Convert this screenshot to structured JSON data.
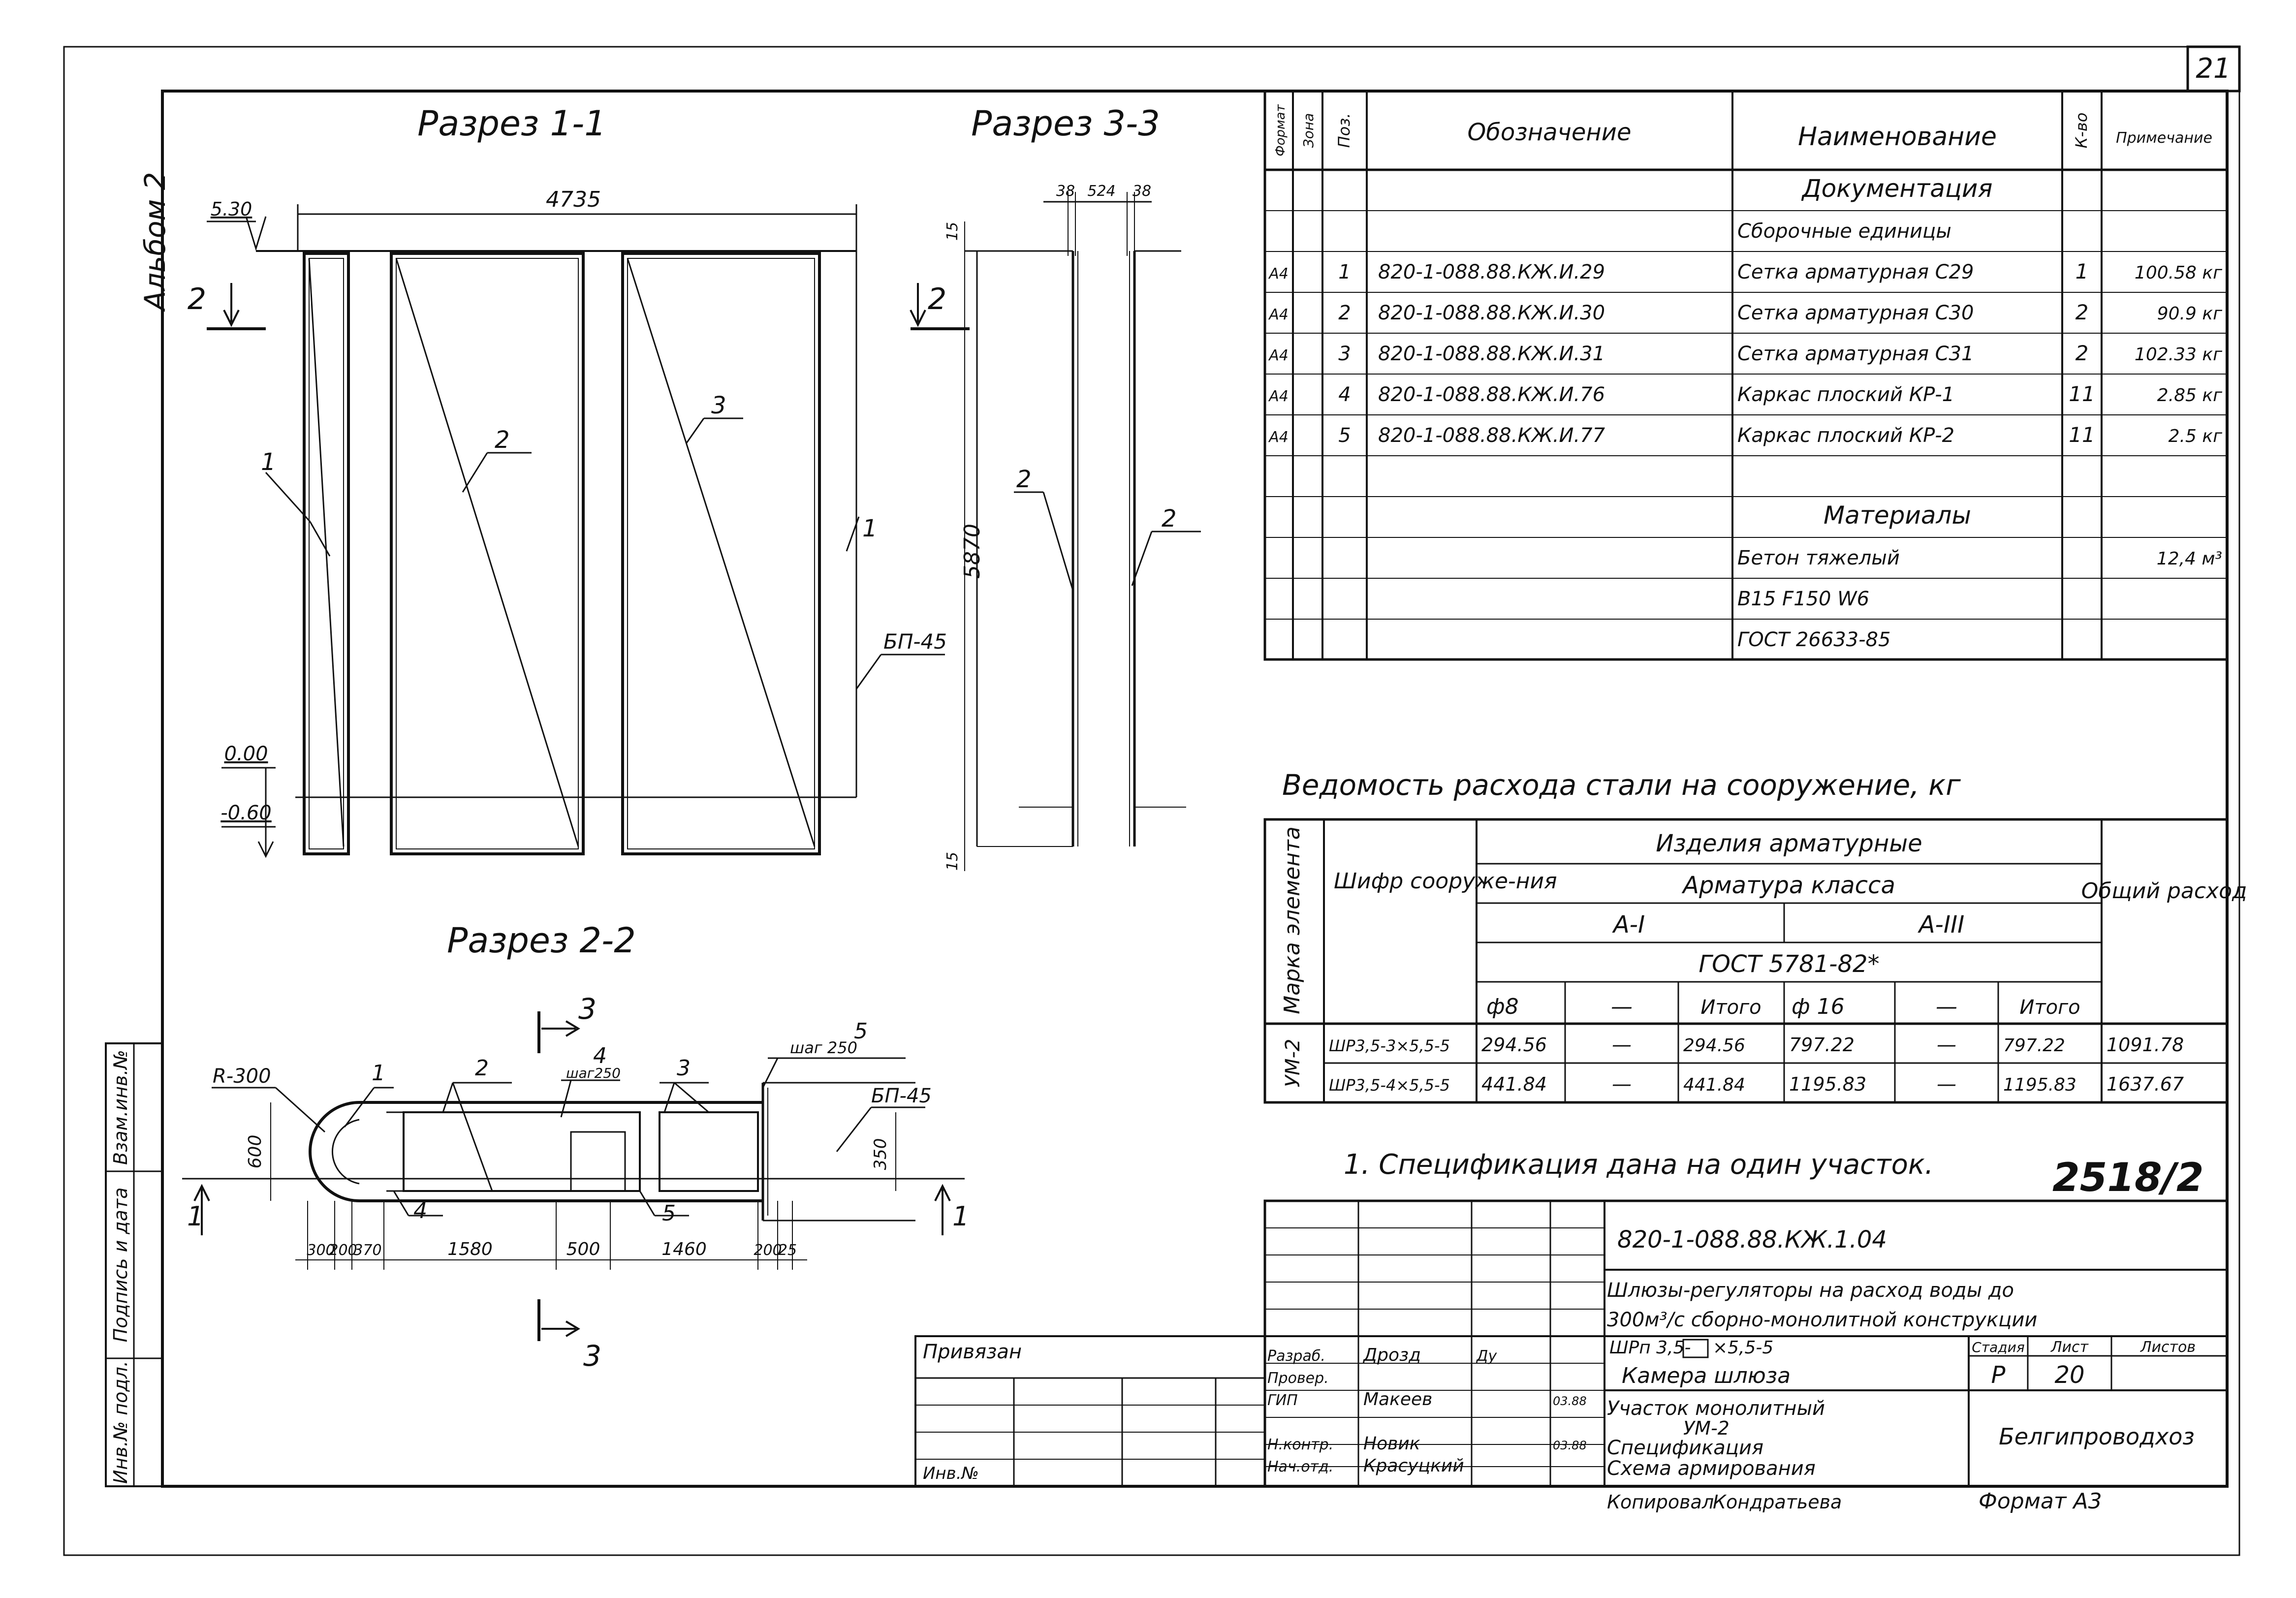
{
  "sheet": {
    "page_number": "21",
    "album": "Альбом 2",
    "stamp_number": "2518/2",
    "copied_by": "Копировал",
    "copy_name": "Кондратьева",
    "format": "Формат А3"
  },
  "sections": {
    "s11": {
      "title": "Разрез 1-1",
      "width_dim": "4735",
      "elev_top": "5.30",
      "elev_zero": "0.00",
      "elev_bottom": "-0.60",
      "cut_left": "2",
      "cut_right": "2",
      "pos1": "1",
      "pos2": "2",
      "pos3": "3",
      "pos_right": "1",
      "panel": "БП-45"
    },
    "s33": {
      "title": "Разрез 3-3",
      "dim_a": "38",
      "dim_b": "524",
      "dim_c": "38",
      "dim_top": "15",
      "dim_bottom": "15",
      "height": "5870",
      "pos_left": "2",
      "pos_right": "2"
    },
    "s22": {
      "title": "Разрез 2-2",
      "cut_top": "3",
      "cut_bottom": "3",
      "radius": "R-300",
      "dim_600": "600",
      "dim_350": "350",
      "pos1": "1",
      "pos2": "2",
      "pos3": "3",
      "pos4a": "4",
      "pos4a_note": "шаг250",
      "pos4b": "4",
      "pos5a": "5",
      "pos5a_note": "шаг 250",
      "pos5b": "5",
      "panel": "БП-45",
      "mark_left": "1",
      "mark_right": "1",
      "dims": [
        "300",
        "200",
        "370",
        "1580",
        "500",
        "1460",
        "200",
        "25"
      ]
    }
  },
  "spec_table": {
    "headers": {
      "format": "Формат",
      "zone": "Зона",
      "pos": "Поз.",
      "designation": "Обозначение",
      "name": "Наименование",
      "qty": "К-во",
      "note": "Примечание"
    },
    "rows": [
      {
        "fmt": "",
        "pos": "",
        "designation": "",
        "name": "Документация",
        "qty": "",
        "note": ""
      },
      {
        "fmt": "",
        "pos": "",
        "designation": "",
        "name": "Сборочные единицы",
        "qty": "",
        "note": ""
      },
      {
        "fmt": "А4",
        "pos": "1",
        "designation": "820-1-088.88.КЖ.И.29",
        "name": "Сетка арматурная С29",
        "qty": "1",
        "note": "100.58 кг"
      },
      {
        "fmt": "А4",
        "pos": "2",
        "designation": "820-1-088.88.КЖ.И.30",
        "name": "Сетка арматурная С30",
        "qty": "2",
        "note": "90.9 кг"
      },
      {
        "fmt": "А4",
        "pos": "3",
        "designation": "820-1-088.88.КЖ.И.31",
        "name": "Сетка арматурная С31",
        "qty": "2",
        "note": "102.33 кг"
      },
      {
        "fmt": "А4",
        "pos": "4",
        "designation": "820-1-088.88.КЖ.И.76",
        "name": "Каркас плоский КР-1",
        "qty": "11",
        "note": "2.85 кг"
      },
      {
        "fmt": "А4",
        "pos": "5",
        "designation": "820-1-088.88.КЖ.И.77",
        "name": "Каркас плоский КР-2",
        "qty": "11",
        "note": "2.5 кг"
      },
      {
        "fmt": "",
        "pos": "",
        "designation": "",
        "name": "",
        "qty": "",
        "note": ""
      },
      {
        "fmt": "",
        "pos": "",
        "designation": "",
        "name": "Материалы",
        "qty": "",
        "note": ""
      },
      {
        "fmt": "",
        "pos": "",
        "designation": "",
        "name": "Бетон тяжелый",
        "qty": "",
        "note": "12,4 м³"
      },
      {
        "fmt": "",
        "pos": "",
        "designation": "",
        "name": "В15 F150 W6",
        "qty": "",
        "note": ""
      },
      {
        "fmt": "",
        "pos": "",
        "designation": "",
        "name": "ГОСТ 26633-85",
        "qty": "",
        "note": ""
      }
    ]
  },
  "steel_table": {
    "title": "Ведомость расхода стали на сооружение, кг",
    "h_mark": "Марка элемента",
    "h_code": "Шифр сооруже-ния",
    "h_products": "Изделия арматурные",
    "h_class": "Арматура класса",
    "h_a1": "А-I",
    "h_a3": "А-III",
    "h_gost": "ГОСТ 5781-82*",
    "h_d8": "ф8",
    "h_dash1": "—",
    "h_total1": "Итого",
    "h_d16": "ф 16",
    "h_dash2": "—",
    "h_total2": "Итого",
    "h_sum": "Общий расход",
    "mark": "УМ-2",
    "rows": [
      {
        "code": "ШР3,5-3×5,5-5",
        "d8": "294.56",
        "dash1": "—",
        "t1": "294.56",
        "d16": "797.22",
        "dash2": "—",
        "t2": "797.22",
        "sum": "1091.78"
      },
      {
        "code": "ШР3,5-4×5,5-5",
        "d8": "441.84",
        "dash1": "—",
        "t1": "441.84",
        "d16": "1195.83",
        "dash2": "—",
        "t2": "1195.83",
        "sum": "1637.67"
      }
    ]
  },
  "note": "1. Спецификация дана на один участок.",
  "left_strip": {
    "inv_orig": "Инв.№ подл.",
    "sign_date": "Подпись и дата",
    "inv_repl": "Взам.инв.№"
  },
  "title_block": {
    "doc_code": "820-1-088.88.КЖ.1.04",
    "project_line1": "Шлюзы-регуляторы на расход воды до",
    "project_line2": "300м³/с сборно-монолитной конструкции",
    "bound": "Привязан",
    "inv_no": "Инв.№",
    "roles": [
      {
        "role": "Разраб.",
        "name": "Дрозд",
        "sign": "Ду",
        "date": ""
      },
      {
        "role": "Провер.",
        "name": "",
        "sign": "",
        "date": ""
      },
      {
        "role": "ГИП",
        "name": "Макеев",
        "sign": "",
        "date": "03.88"
      },
      {
        "role": "",
        "name": "",
        "sign": "",
        "date": ""
      },
      {
        "role": "Н.контр.",
        "name": "Новик",
        "sign": "",
        "date": "03.88"
      },
      {
        "role": "Нач.отд.",
        "name": "Красуцкий",
        "sign": "",
        "date": ""
      }
    ],
    "structure_a": "ШРп 3,5-",
    "structure_b": "×5,5-5",
    "chamber": "Камера шлюза",
    "desc_line1": "Участок монолитный",
    "desc_line2": "УМ-2",
    "desc_line3": "Спецификация",
    "desc_line4": "Схема армирования",
    "stage_label": "Стадия",
    "sheet_label": "Лист",
    "sheets_label": "Листов",
    "stage": "Р",
    "sheet_no": "20",
    "sheets_total": "",
    "org": "Белгипроводхоз"
  }
}
